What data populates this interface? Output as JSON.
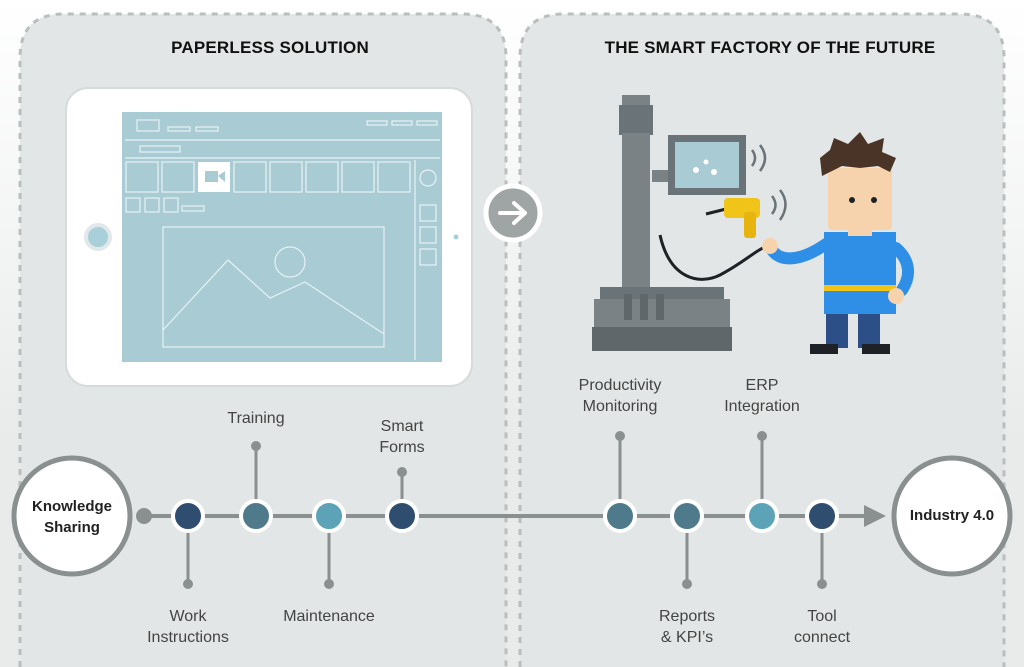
{
  "sections": {
    "left_title": "PAPERLESS SOLUTION",
    "right_title": "THE SMART FACTORY OF THE FUTURE"
  },
  "timeline": {
    "start": "Knowledge\nSharing",
    "end": "Industry 4.0",
    "nodes_above": [
      {
        "label": "Training",
        "color": "#4e7a8c"
      },
      {
        "label": "Smart\nForms",
        "color": "#2f4d6e"
      },
      {
        "label": "Productivity\nMonitoring",
        "color": "#4e7a8c"
      },
      {
        "label": "ERP\nIntegration",
        "color": "#5ca3b8"
      }
    ],
    "nodes_below": [
      {
        "label": "Work\nInstructions",
        "color": "#2f4d6e"
      },
      {
        "label": "Maintenance",
        "color": "#5ca3b8"
      },
      {
        "label": "Reports\n& KPI’s",
        "color": "#4e7a8c"
      },
      {
        "label": "Tool\nconnect",
        "color": "#2f4d6e"
      }
    ]
  },
  "icons": [
    "tablet-icon",
    "arrow-right-icon",
    "machine-icon",
    "worker-icon",
    "drill-icon"
  ]
}
